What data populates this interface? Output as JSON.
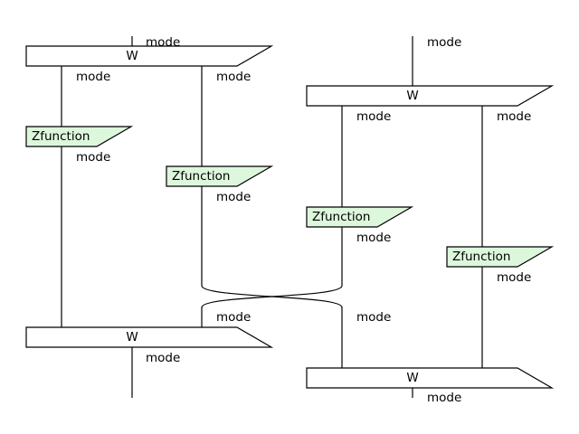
{
  "diagram": {
    "colors": {
      "stroke": "#000000",
      "w_fill": "#ffffff",
      "z_fill": "#ddf7dd",
      "background": "#ffffff"
    },
    "left_w_top": {
      "label": "W",
      "wire_labels": {
        "in": "mode",
        "out_left": "mode",
        "out_right": "mode"
      }
    },
    "left_z1": {
      "label": "Zfunction",
      "wire_label": "mode"
    },
    "left_z2": {
      "label": "Zfunction",
      "wire_label": "mode"
    },
    "left_w_bottom": {
      "label": "W",
      "wire_labels": {
        "in_right": "mode",
        "out": "mode"
      }
    },
    "right_w_top": {
      "label": "W",
      "wire_labels": {
        "in": "mode",
        "out_left": "mode",
        "out_right": "mode"
      }
    },
    "right_z1": {
      "label": "Zfunction",
      "wire_label": "mode"
    },
    "right_z2": {
      "label": "Zfunction",
      "wire_label": "mode"
    },
    "right_w_bottom": {
      "label": "W",
      "wire_labels": {
        "in_left": "mode",
        "out": "mode"
      }
    }
  }
}
